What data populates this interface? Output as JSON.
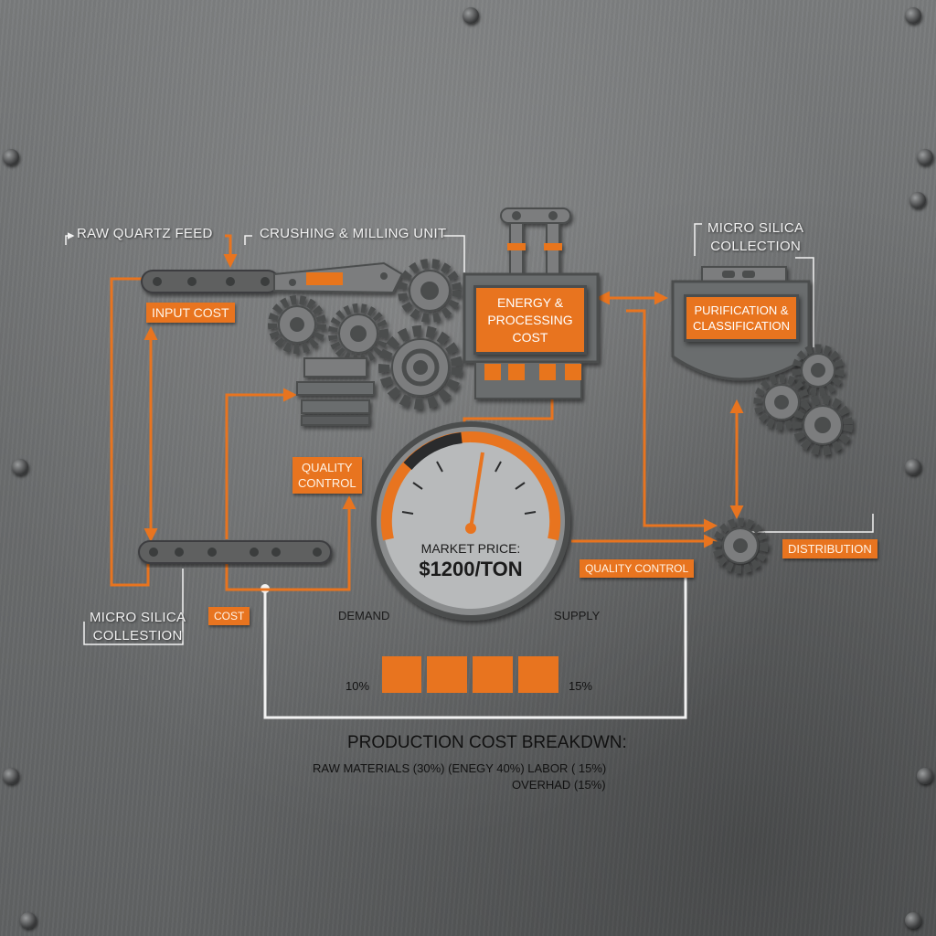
{
  "labels": {
    "raw_quartz_feed": "Raw Quartz Feed",
    "crushing_milling": "Crushing & Milling Unit",
    "micro_silica_collection_top": "Micro Silica\nCollection",
    "input_cost": "Input Cost",
    "energy_processing": "Energy &\nProcessing\nCost",
    "purification": "Purification &\nClassification",
    "quality_control_left": "Quality\nControl",
    "quality_control_right": "Quality Control",
    "distribution": "Distribution",
    "micro_silica_collection_left": "Micro Silica\nCollestion",
    "cost": "Cost",
    "demand": "Demand",
    "supply": "Supply",
    "pct_left": "10%",
    "pct_right": "15%"
  },
  "gauge": {
    "line1": "Market Price:",
    "line2": "$1200/TON"
  },
  "breakdown": {
    "title": "Production Cost Breakdwn:",
    "line1": "Raw Materials (30%) (Enegy 40%)  Labor ( 15%)",
    "line2": "Overhad (15%)"
  },
  "colors": {
    "accent": "#e8741f",
    "metal_dark": "#4b4d4e",
    "metal_mid": "#7b7d7e",
    "line_white": "#f2f2f2"
  },
  "icons": [
    "gear-icon",
    "conveyor-icon",
    "gauge-icon",
    "pipe-icon",
    "rivet-icon"
  ]
}
